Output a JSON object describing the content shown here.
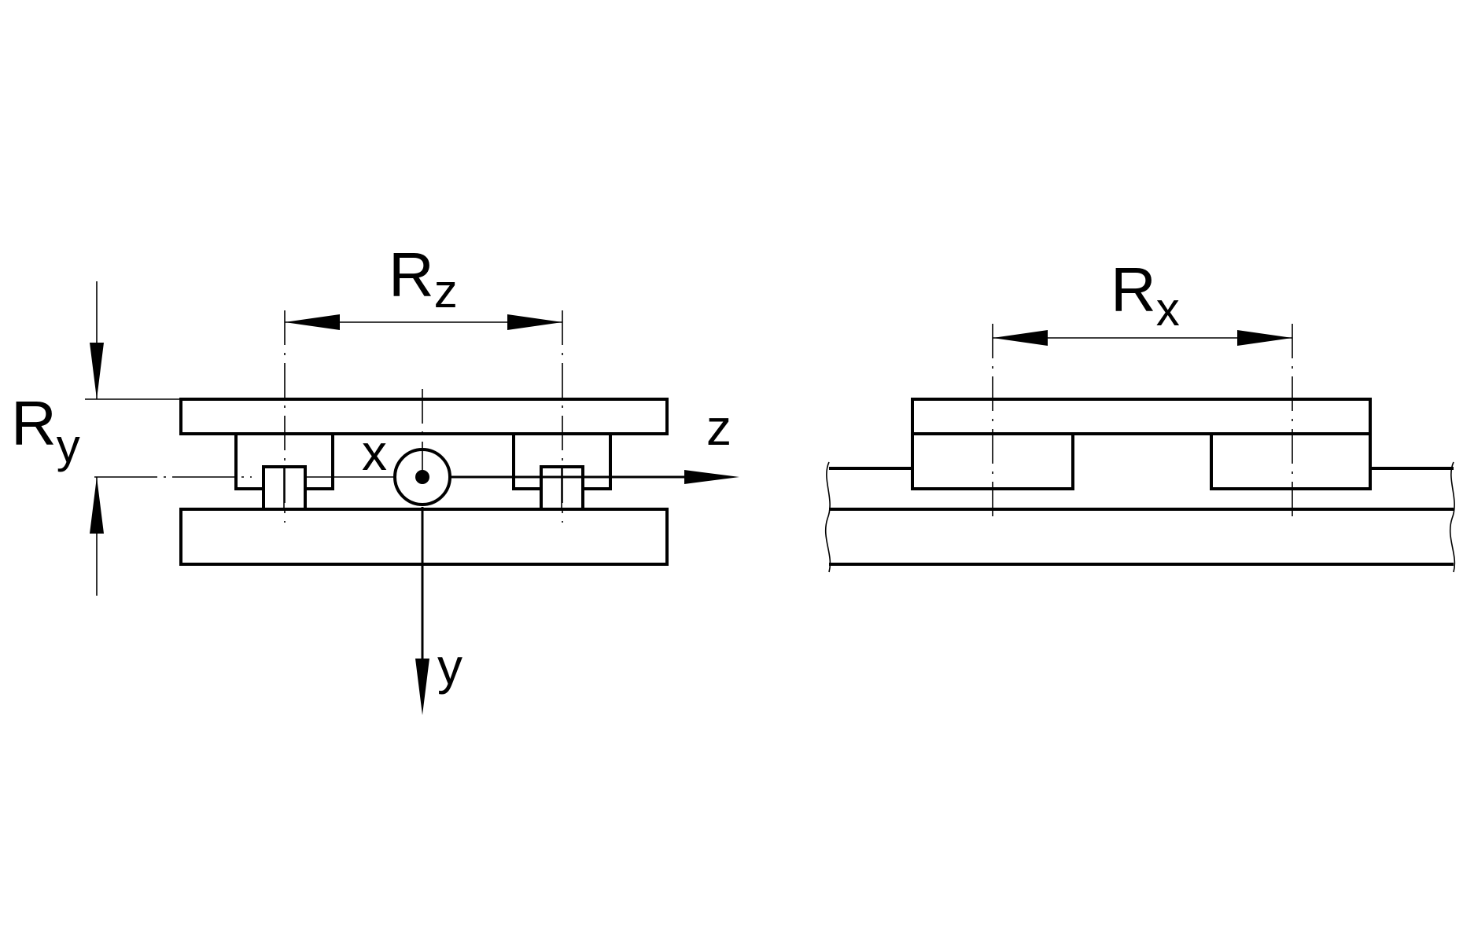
{
  "labels": {
    "rz_main": "R",
    "rz_sub": "z",
    "ry_main": "R",
    "ry_sub": "y",
    "rx_main": "R",
    "rx_sub": "x",
    "axis_x": "x",
    "axis_y": "y",
    "axis_z": "z"
  }
}
